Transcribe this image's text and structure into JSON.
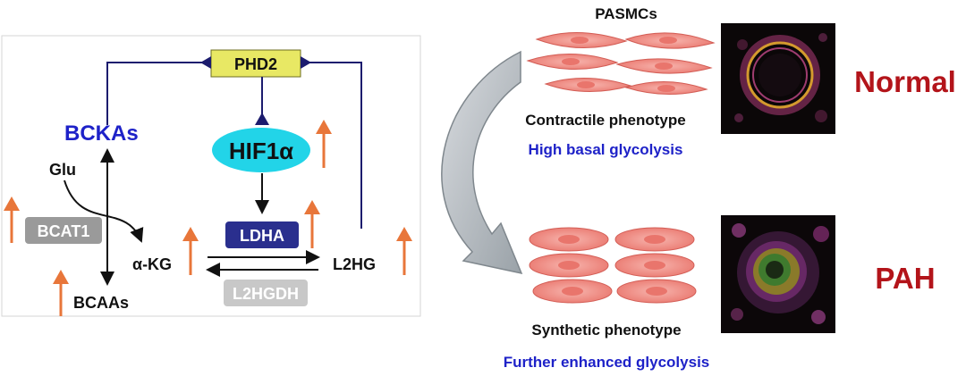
{
  "pathway": {
    "phd2": "PHD2",
    "hif1a": "HIF1α",
    "bckas": "BCKAs",
    "glu": "Glu",
    "bcat1": "BCAT1",
    "akg": "α-KG",
    "bcaas": "BCAAs",
    "ldha": "LDHA",
    "l2hg": "L2HG",
    "l2hgdh": "L2HGDH"
  },
  "cells": {
    "header": "PASMCs",
    "contractile": "Contractile phenotype",
    "basal": "High basal glycolysis",
    "synthetic": "Synthetic phenotype",
    "enhanced": "Further enhanced glycolysis"
  },
  "conditions": {
    "normal": "Normal",
    "pah": "PAH"
  },
  "colors": {
    "navy": "#1c1c6e",
    "phd2_fill": "#e8e864",
    "hif_fill": "#22d4e8",
    "ldha_fill": "#2a2f8e",
    "grey_box": "#9a9a9a",
    "light_grey_box": "#c8c8c8",
    "orange_arrow": "#e8763a",
    "blue_text": "#1e22c8",
    "red_text": "#b3141a",
    "cell_fill": "#f08a82"
  }
}
